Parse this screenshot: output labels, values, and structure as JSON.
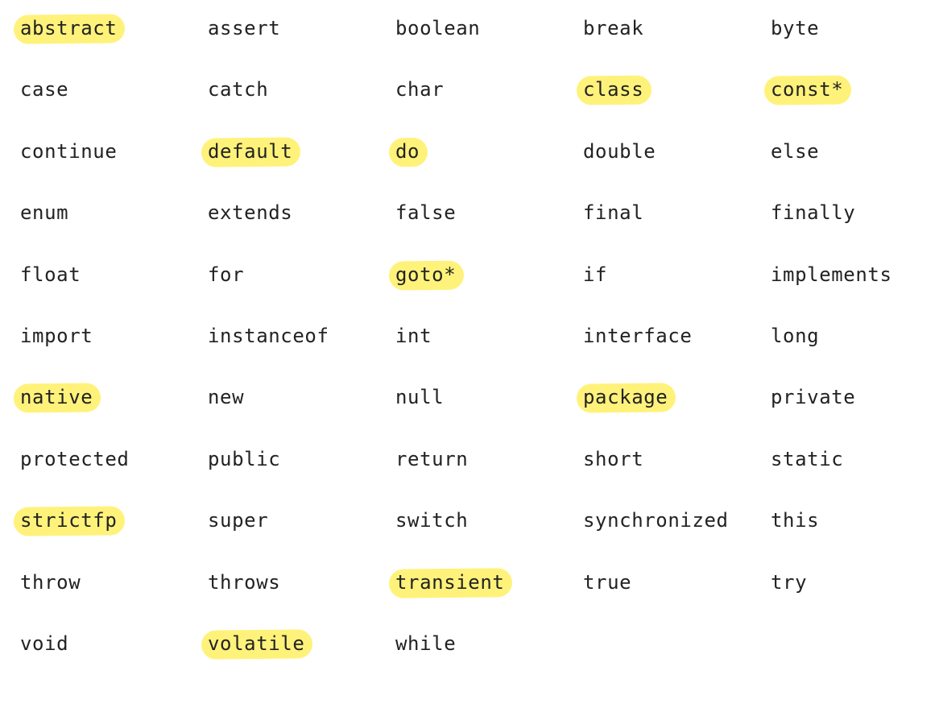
{
  "highlight_color": "#fff27a",
  "text_color": "#222222",
  "keywords": [
    [
      {
        "word": "abstract",
        "highlighted": true
      },
      {
        "word": "assert",
        "highlighted": false
      },
      {
        "word": "boolean",
        "highlighted": false
      },
      {
        "word": "break",
        "highlighted": false
      },
      {
        "word": "byte",
        "highlighted": false
      }
    ],
    [
      {
        "word": "case",
        "highlighted": false
      },
      {
        "word": "catch",
        "highlighted": false
      },
      {
        "word": "char",
        "highlighted": false
      },
      {
        "word": "class",
        "highlighted": true
      },
      {
        "word": "const*",
        "highlighted": true
      }
    ],
    [
      {
        "word": "continue",
        "highlighted": false
      },
      {
        "word": "default",
        "highlighted": true
      },
      {
        "word": "do",
        "highlighted": true
      },
      {
        "word": "double",
        "highlighted": false
      },
      {
        "word": "else",
        "highlighted": false
      }
    ],
    [
      {
        "word": "enum",
        "highlighted": false
      },
      {
        "word": "extends",
        "highlighted": false
      },
      {
        "word": "false",
        "highlighted": false
      },
      {
        "word": "final",
        "highlighted": false
      },
      {
        "word": "finally",
        "highlighted": false
      }
    ],
    [
      {
        "word": "float",
        "highlighted": false
      },
      {
        "word": "for",
        "highlighted": false
      },
      {
        "word": "goto*",
        "highlighted": true
      },
      {
        "word": "if",
        "highlighted": false
      },
      {
        "word": "implements",
        "highlighted": false
      }
    ],
    [
      {
        "word": "import",
        "highlighted": false
      },
      {
        "word": "instanceof",
        "highlighted": false
      },
      {
        "word": "int",
        "highlighted": false
      },
      {
        "word": "interface",
        "highlighted": false
      },
      {
        "word": "long",
        "highlighted": false
      }
    ],
    [
      {
        "word": "native",
        "highlighted": true
      },
      {
        "word": "new",
        "highlighted": false
      },
      {
        "word": "null",
        "highlighted": false
      },
      {
        "word": "package",
        "highlighted": true
      },
      {
        "word": "private",
        "highlighted": false
      }
    ],
    [
      {
        "word": "protected",
        "highlighted": false
      },
      {
        "word": "public",
        "highlighted": false
      },
      {
        "word": "return",
        "highlighted": false
      },
      {
        "word": "short",
        "highlighted": false
      },
      {
        "word": "static",
        "highlighted": false
      }
    ],
    [
      {
        "word": "strictfp",
        "highlighted": true
      },
      {
        "word": "super",
        "highlighted": false
      },
      {
        "word": "switch",
        "highlighted": false
      },
      {
        "word": "synchronized",
        "highlighted": false
      },
      {
        "word": "this",
        "highlighted": false
      }
    ],
    [
      {
        "word": "throw",
        "highlighted": false
      },
      {
        "word": "throws",
        "highlighted": false
      },
      {
        "word": "transient",
        "highlighted": true
      },
      {
        "word": "true",
        "highlighted": false
      },
      {
        "word": "try",
        "highlighted": false
      }
    ],
    [
      {
        "word": "void",
        "highlighted": false
      },
      {
        "word": "volatile",
        "highlighted": true
      },
      {
        "word": "while",
        "highlighted": false
      }
    ]
  ]
}
